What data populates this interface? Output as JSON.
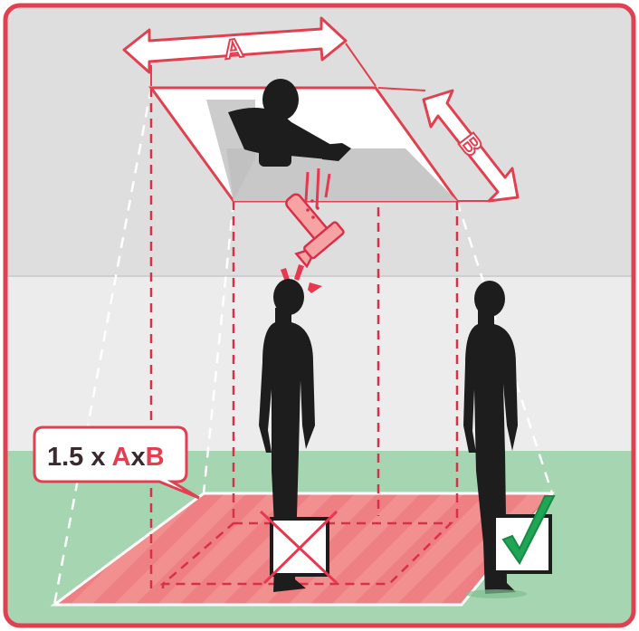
{
  "labels": {
    "dimension_a": "A",
    "dimension_b": "B",
    "formula_prefix": "1.5 x ",
    "formula_a": "A",
    "formula_x": "x",
    "formula_b": "B"
  },
  "colors": {
    "frame": "#e0404f",
    "accent": "#e8384f",
    "ceiling": "#dedede",
    "wall": "#ececec",
    "floor": "#a6d5b2",
    "zone": "#f08a8a",
    "silhouette": "#1d1d1d",
    "check": "#1fa553"
  },
  "icons": {
    "danger_marker": "cross-icon",
    "safe_marker": "checkmark-icon",
    "falling_object": "hammer-icon"
  }
}
